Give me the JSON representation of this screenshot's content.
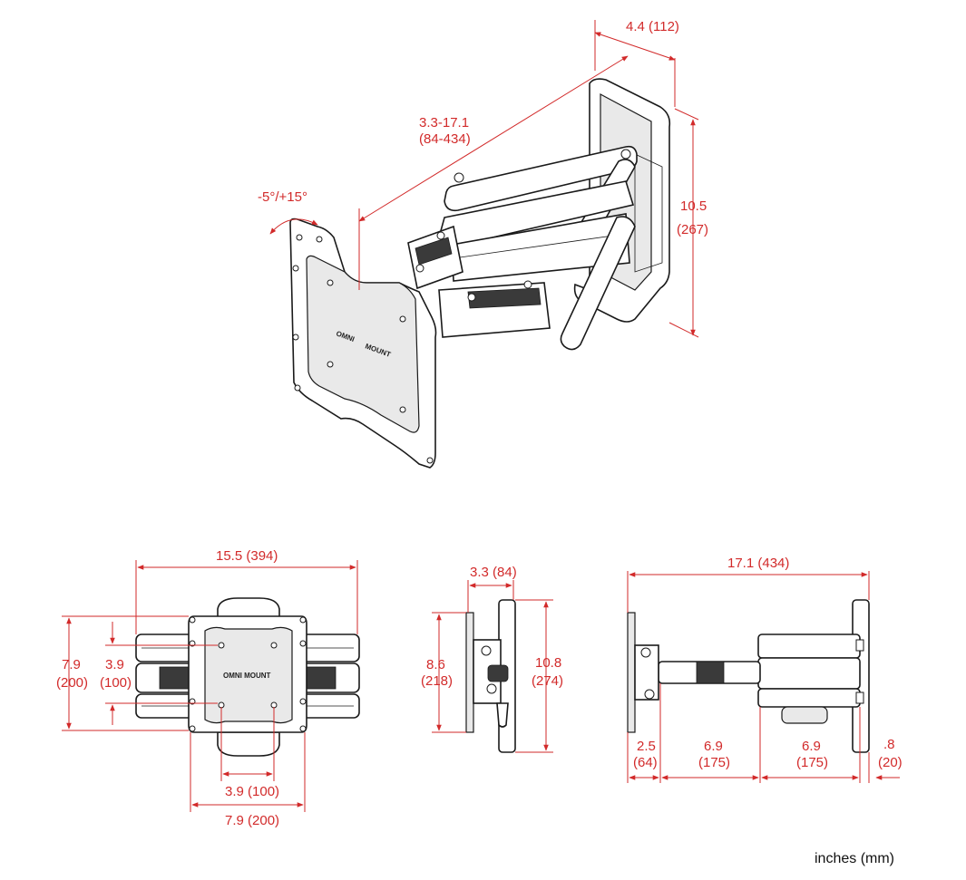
{
  "iso_view": {
    "depth_label": "4.4 (112)",
    "extension_label_in": "3.3-17.1",
    "extension_label_mm": "(84-434)",
    "tilt_label": "-5°/+15°",
    "height_label_in": "10.5",
    "height_label_mm": "(267)",
    "brand_label_top": "OMNI",
    "brand_label_bottom": "MOUNT"
  },
  "front_view": {
    "width_label": "15.5 (394)",
    "height_outer_in": "7.9",
    "height_outer_mm": "(200)",
    "height_inner_in": "3.9",
    "height_inner_mm": "(100)",
    "hole_spacing_small": "3.9 (100)",
    "hole_spacing_large": "7.9 (200)",
    "brand_label": "OMNI MOUNT"
  },
  "side_view": {
    "depth_label": "3.3 (84)",
    "plate_height_in": "8.6",
    "plate_height_mm": "(218)",
    "wall_height_in": "10.8",
    "wall_height_mm": "(274)"
  },
  "extended_view": {
    "total_label": "17.1 (434)",
    "seg1_in": "2.5",
    "seg1_mm": "(64)",
    "seg2_in": "6.9",
    "seg2_mm": "(175)",
    "seg3_in": "6.9",
    "seg3_mm": "(175)",
    "seg4_in": ".8",
    "seg4_mm": "(20)"
  },
  "units_note": "inches (mm)",
  "colors": {
    "dimension": "#d22a2a",
    "line": "#1a1a1a"
  }
}
